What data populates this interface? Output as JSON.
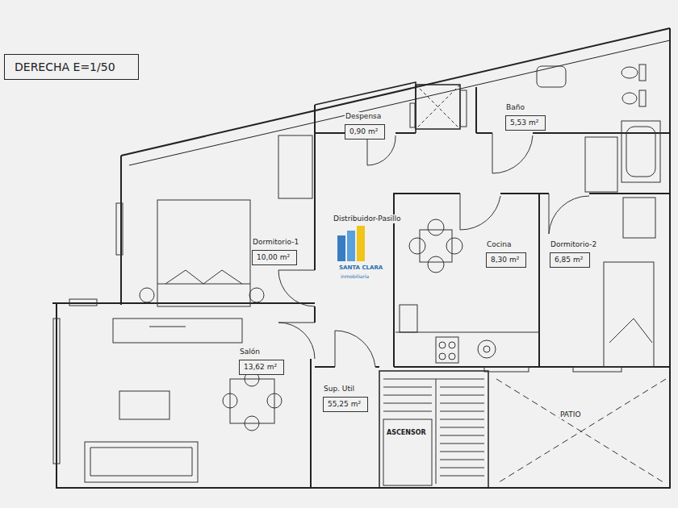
{
  "diagram": {
    "nodes": [
      {
        "text": [
          "DERECHA E=1/50"
        ]
      },
      {
        "text": [
          "Despensa",
          "0,90 m²"
        ]
      },
      {
        "text": [
          "Baño",
          "5,53 m²"
        ]
      },
      {
        "text": [
          "Dormitorio-1",
          "10,00 m²"
        ]
      },
      {
        "text": [
          "Cocina",
          "8,30 m²"
        ]
      },
      {
        "text": [
          "Dormitorio-2",
          "6,85 m²"
        ]
      },
      {
        "text": [
          "Salón",
          "13,62 m²"
        ]
      },
      {
        "text": [
          "Sup. Util",
          "55,25 m²"
        ]
      }
    ],
    "labels": [
      "Distribuidor-Pasillo",
      "ASCENSOR",
      "PATIO",
      "SANTA CLARA",
      "inmobiliaria"
    ]
  }
}
